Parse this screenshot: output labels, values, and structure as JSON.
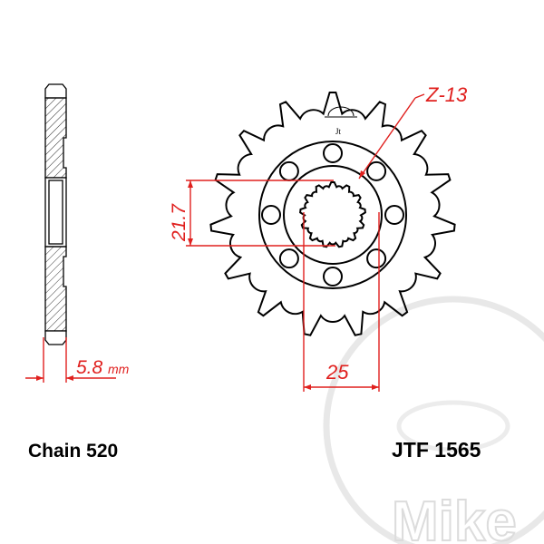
{
  "labels": {
    "chain": "Chain 520",
    "part_number": "JTF 1565",
    "spline_count": "Z-13",
    "dim_inner": "21.7",
    "dim_bolt": "25",
    "dim_thickness": "5.8",
    "dim_unit": "mm",
    "watermark": "Mike"
  },
  "sprocket": {
    "teeth": 15,
    "holes": 8,
    "spline_teeth": 13
  },
  "colors": {
    "dimension": "#e0201e",
    "outline": "#000000",
    "watermark": "#e4e4e4"
  }
}
